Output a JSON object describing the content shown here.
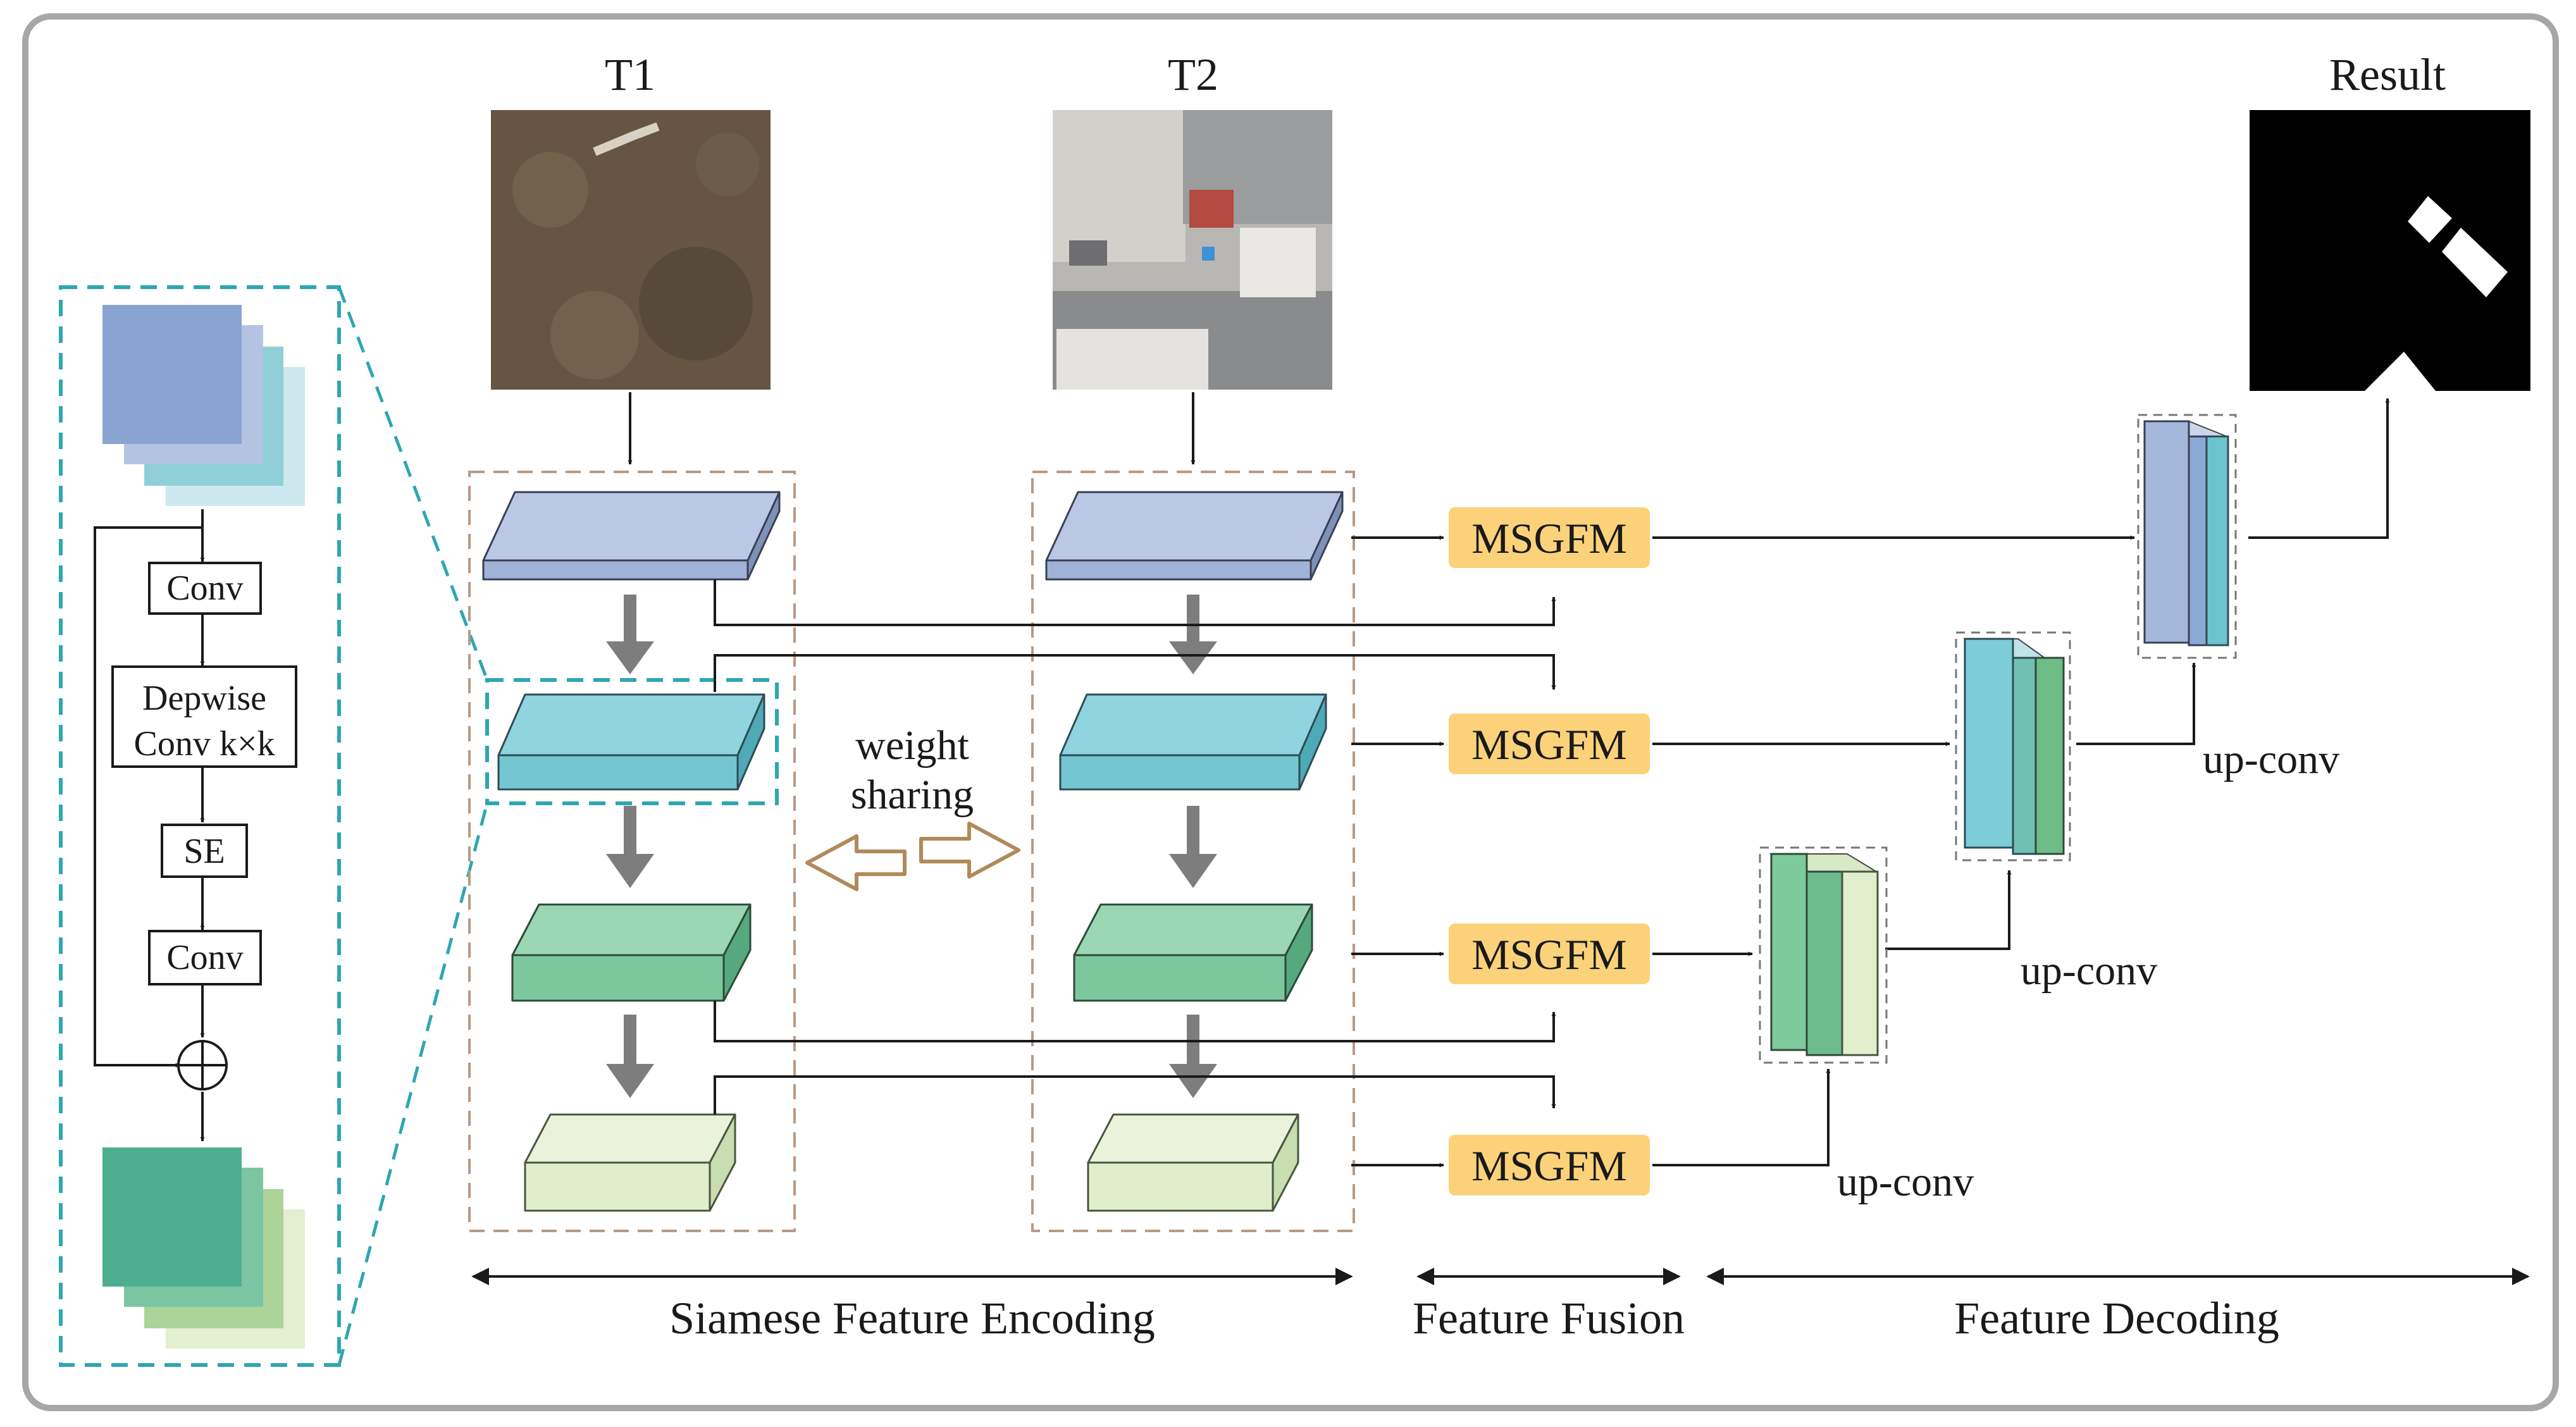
{
  "inputs": {
    "t1_label": "T1",
    "t2_label": "T2",
    "result_label": "Result"
  },
  "block": {
    "conv1": "Conv",
    "depwise_line1": "Depwise",
    "depwise_line2": "Conv k×k",
    "se": "SE",
    "conv2": "Conv"
  },
  "middle": {
    "weight_line1": "weight",
    "weight_line2": "sharing"
  },
  "fusion": {
    "msgfm": [
      "MSGFM",
      "MSGFM",
      "MSGFM",
      "MSGFM"
    ]
  },
  "decoder": {
    "upconv": [
      "up-conv",
      "up-conv",
      "up-conv"
    ]
  },
  "stages": {
    "encoding": "Siamese Feature Encoding",
    "fusion": "Feature Fusion",
    "decoding": "Feature Decoding"
  },
  "colors": {
    "blue": "#a4b8dc",
    "cyan": "#7ccdd8",
    "green": "#7ec99d",
    "lightgreen": "#e2efcc",
    "msgfm": "#fbd27a",
    "frame": "#a7a7a7",
    "dash_brown": "#b79a86",
    "dash_cyan": "#2ea6b3",
    "arrow_gray": "#7d7d7d",
    "weight_arrow": "#b08a5a",
    "block_out": "#4fae8f"
  }
}
